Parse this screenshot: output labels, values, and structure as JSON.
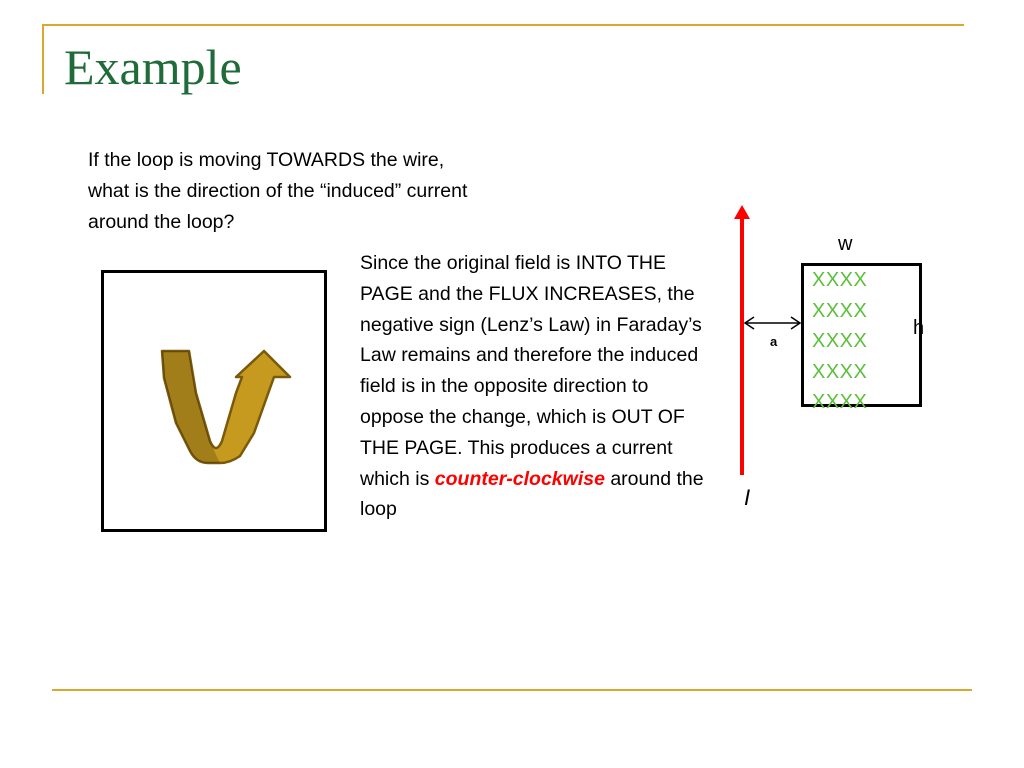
{
  "slide": {
    "title": "Example",
    "accent_color": "#dba72e",
    "title_color": "#1f6b3a"
  },
  "question": {
    "line1": "If the loop is moving TOWARDS the wire,",
    "line2": "what is the direction of the “induced” current",
    "line3": "around the loop?"
  },
  "explanation": {
    "text_before": "Since the original field is INTO THE PAGE and the FLUX INCREASES, the negative sign (Lenz’s Law) in Faraday’s Law remains and therefore the induced field is in the opposite direction to oppose the change, which is OUT OF THE PAGE. This produces a current which is ",
    "emphasis": "counter-clockwise",
    "emphasis_color": "#ff0000",
    "text_after": " around the loop"
  },
  "arrow_figure": {
    "icon": "u-turn-arrow-icon",
    "fill_color": "#c59a1f",
    "stroke_color": "#7a5a0a"
  },
  "diagram": {
    "wire_color": "#ff0000",
    "field_color": "#5cbf3c",
    "field_rows": [
      "XXXX",
      "XXXX",
      "XXXX",
      "XXXX",
      "XXXX"
    ],
    "label_w": "w",
    "label_h": "h",
    "label_a": "a",
    "label_current": "I"
  }
}
